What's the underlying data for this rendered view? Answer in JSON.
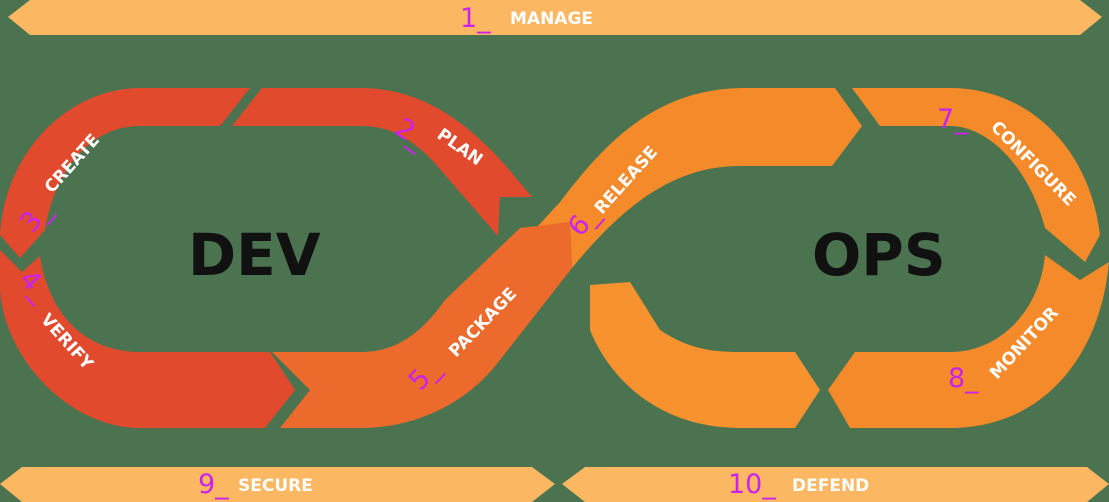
{
  "colors": {
    "background": "#4b7350",
    "band": "#fbb761",
    "dev_red": "#e24a2e",
    "dev_orange": "#ec6a2c",
    "ops_orange": "#f58a2a",
    "ops_light": "#f7922f",
    "number_magenta": "#cc22ee",
    "label_white": "#ffffff",
    "center_text": "#111111"
  },
  "bands": {
    "manage": {
      "number": "1_",
      "label": "MANAGE"
    },
    "secure": {
      "number": "9_",
      "label": "SECURE"
    },
    "defend": {
      "number": "10_",
      "label": "DEFEND"
    }
  },
  "centers": {
    "dev": "DEV",
    "ops": "OPS"
  },
  "stages": {
    "plan": {
      "number": "2_",
      "label": "PLAN"
    },
    "create": {
      "number": "3_",
      "label": "CREATE"
    },
    "verify": {
      "number": "4_",
      "label": "VERIFY"
    },
    "package": {
      "number": "5_",
      "label": "PACKAGE"
    },
    "release": {
      "number": "6_",
      "label": "RELEASE"
    },
    "configure": {
      "number": "7_",
      "label": "CONFIGURE"
    },
    "monitor": {
      "number": "8_",
      "label": "MONITOR"
    }
  }
}
